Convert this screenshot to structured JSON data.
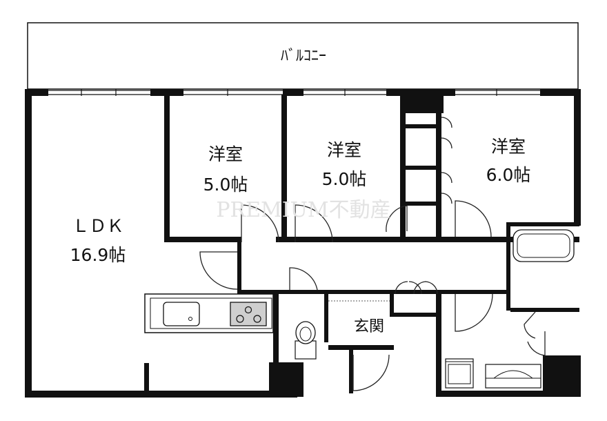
{
  "balcony": {
    "label": "ﾊﾞﾙｺﾆｰ"
  },
  "rooms": {
    "ldk": {
      "name": "ＬＤＫ",
      "size": "16.9帖"
    },
    "bedroom1": {
      "name": "洋室",
      "size": "5.0帖"
    },
    "bedroom2": {
      "name": "洋室",
      "size": "5.0帖"
    },
    "bedroom3": {
      "name": "洋室",
      "size": "6.0帖"
    },
    "entrance": {
      "name": "玄関"
    }
  },
  "watermark": {
    "text": "PREMIUM不動産"
  },
  "colors": {
    "wall": "#111111",
    "line": "#222222",
    "watermark": "#e2e2e2",
    "background": "#ffffff"
  },
  "icons": [
    "sink-icon",
    "stove-icon",
    "toilet-icon",
    "bathtub-icon",
    "washer-icon",
    "washbasin-icon"
  ]
}
